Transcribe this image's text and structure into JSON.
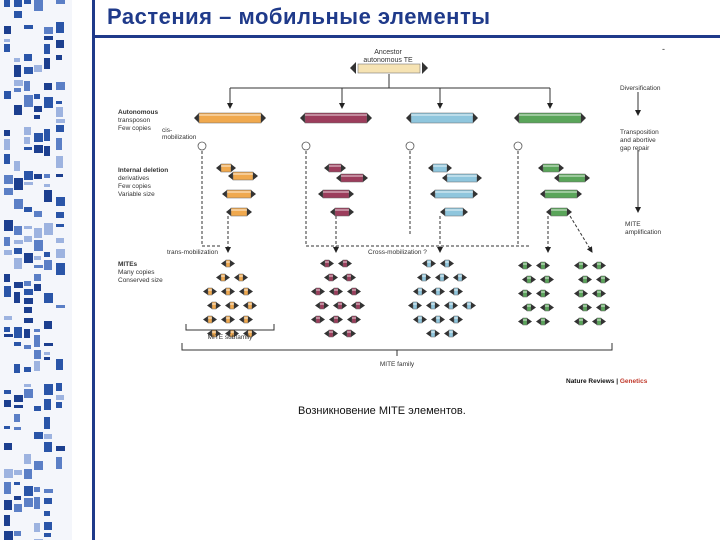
{
  "slide": {
    "title": "Растения – мобильные элементы",
    "caption": "Возникновение MITE элементов.",
    "top_mark": "-"
  },
  "figure": {
    "ancestor_label_1": "Ancestor",
    "ancestor_label_2": "autonomous TE",
    "diversification": "Diversification",
    "autonomous_1": "Autonomous",
    "autonomous_2": "transposon",
    "autonomous_3": "Few copies",
    "cis_mob_1": "cis-",
    "cis_mob_2": "mobilization",
    "transposition_1": "Transposition",
    "transposition_2": "and abortive",
    "transposition_3": "gap repair",
    "internal_1": "Internal deletion",
    "internal_2": "derivatives",
    "internal_3": "Few copies",
    "internal_4": "Variable size",
    "mite_amp_1": "MITE",
    "mite_amp_2": "amplification",
    "trans_mob": "trans-mobilization",
    "cross_mob": "Cross-mobilization ?",
    "mites_1": "MITEs",
    "mites_2": "Many copies",
    "mites_3": "Conserved size",
    "mite_subfamily": "MITE subfamily",
    "mite_family": "MITE family",
    "credit_main": "Nature Reviews",
    "credit_sep": " | ",
    "credit_sub": "Genetics",
    "colors": {
      "orange": "#f0a94e",
      "maroon": "#9c3d5c",
      "blue": "#8fc6dd",
      "green": "#5aa55a",
      "ancestor": "#f6e3b3",
      "credit_red": "#c0392b"
    }
  }
}
